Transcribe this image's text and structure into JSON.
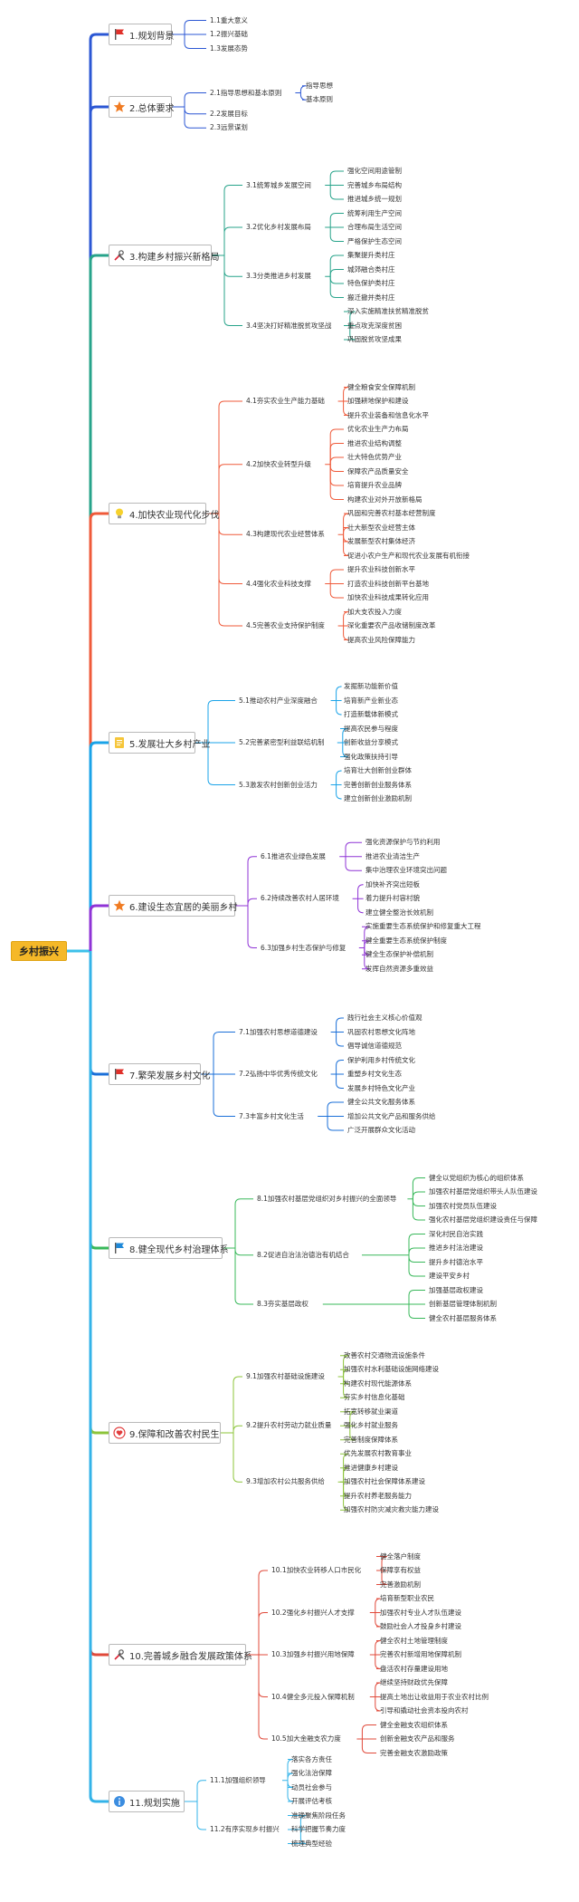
{
  "root": "乡村振兴",
  "branches": [
    {
      "label": "1.规划背景",
      "icon": "red-flag-icon",
      "color": "#2b57d4",
      "children": [
        {
          "label": "1.1重大意义"
        },
        {
          "label": "1.2振兴基础"
        },
        {
          "label": "1.3发展态势"
        }
      ]
    },
    {
      "label": "2.总体要求",
      "icon": "orange-star-icon",
      "color": "#2b57d4",
      "children": [
        {
          "label": "2.1指导思想和基本原则",
          "children": [
            "指导思想",
            "基本原则"
          ]
        },
        {
          "label": "2.2发展目标"
        },
        {
          "label": "2.3远景谋划"
        }
      ]
    },
    {
      "label": "3.构建乡村振兴新格局",
      "icon": "tools-icon",
      "color": "#27a38a",
      "children": [
        {
          "label": "3.1统筹城乡发展空间",
          "children": [
            "强化空间用途管制",
            "完善城乡布局结构",
            "推进城乡统一规划"
          ]
        },
        {
          "label": "3.2优化乡村发展布局",
          "children": [
            "统筹利用生产空间",
            "合理布局生活空间",
            "严格保护生态空间"
          ]
        },
        {
          "label": "3.3分类推进乡村发展",
          "children": [
            "集聚提升类村庄",
            "城郊融合类村庄",
            "特色保护类村庄",
            "搬迁撤并类村庄"
          ]
        },
        {
          "label": "3.4坚决打好精准脱贫攻坚战",
          "children": [
            "深入实施精准扶贫精准脱贫",
            "重点攻克深度贫困",
            "巩固脱贫攻坚成果"
          ]
        }
      ]
    },
    {
      "label": "4.加快农业现代化步伐",
      "icon": "lightbulb-icon",
      "color": "#ef5a3a",
      "children": [
        {
          "label": "4.1夯实农业生产能力基础",
          "children": [
            "健全粮食安全保障机制",
            "加强耕地保护和建设",
            "提升农业装备和信息化水平"
          ]
        },
        {
          "label": "4.2加快农业转型升级",
          "children": [
            "优化农业生产力布局",
            "推进农业结构调整",
            "壮大特色优势产业",
            "保障农产品质量安全",
            "培育提升农业品牌",
            "构建农业对外开放新格局"
          ]
        },
        {
          "label": "4.3构建现代农业经营体系",
          "children": [
            "巩固和完善农村基本经营制度",
            "壮大新型农业经营主体",
            "发展新型农村集体经济",
            "促进小农户生产和现代农业发展有机衔接"
          ]
        },
        {
          "label": "4.4强化农业科技支撑",
          "children": [
            "提升农业科技创新水平",
            "打造农业科技创新平台基地",
            "加快农业科技成果转化应用"
          ]
        },
        {
          "label": "4.5完善农业支持保护制度",
          "children": [
            "加大支农投入力度",
            "深化重要农产品收储制度改革",
            "提高农业风险保障能力"
          ]
        }
      ]
    },
    {
      "label": "5.发展壮大乡村产业",
      "icon": "note-icon",
      "color": "#1aa3e8",
      "children": [
        {
          "label": "5.1推动农村产业深度融合",
          "children": [
            "发掘新功能新价值",
            "培育新产业新业态",
            "打造新载体新模式"
          ]
        },
        {
          "label": "5.2完善紧密型利益联结机制",
          "children": [
            "提高农民参与程度",
            "创新收益分享模式",
            "强化政策扶持引导"
          ]
        },
        {
          "label": "5.3激发农村创新创业活力",
          "children": [
            "培育壮大创新创业群体",
            "完善创新创业服务体系",
            "建立创新创业激励机制"
          ]
        }
      ]
    },
    {
      "label": "6.建设生态宜居的美丽乡村",
      "icon": "orange-star-icon",
      "color": "#8f33d6",
      "children": [
        {
          "label": "6.1推进农业绿色发展",
          "children": [
            "强化资源保护与节约利用",
            "推进农业清洁生产",
            "集中治理农业环境突出问题"
          ]
        },
        {
          "label": "6.2持续改善农村人居环境",
          "children": [
            "加快补齐突出短板",
            "着力提升村容村貌",
            "建立健全整治长效机制"
          ]
        },
        {
          "label": "6.3加强乡村生态保护与修复",
          "children": [
            "实施重要生态系统保护和修复重大工程",
            "健全重要生态系统保护制度",
            "健全生态保护补偿机制",
            "发挥自然资源多重效益"
          ]
        }
      ]
    },
    {
      "label": "7.繁荣发展乡村文化",
      "icon": "red-flag-icon",
      "color": "#1a6fd8",
      "children": [
        {
          "label": "7.1加强农村思想道德建设",
          "children": [
            "践行社会主义核心价值观",
            "巩固农村思想文化阵地",
            "倡导诚信道德规范"
          ]
        },
        {
          "label": "7.2弘扬中华优秀传统文化",
          "children": [
            "保护利用乡村传统文化",
            "重塑乡村文化生态",
            "发展乡村特色文化产业"
          ]
        },
        {
          "label": "7.3丰富乡村文化生活",
          "children": [
            "健全公共文化服务体系",
            "增加公共文化产品和服务供给",
            "广泛开展群众文化活动"
          ]
        }
      ]
    },
    {
      "label": "8.健全现代乡村治理体系",
      "icon": "blue-flag-icon",
      "color": "#38b85a",
      "children": [
        {
          "label": "8.1加强农村基层党组织对乡村振兴的全面领导",
          "children": [
            "健全以党组织为核心的组织体系",
            "加强农村基层党组织带头人队伍建设",
            "加强农村党员队伍建设",
            "强化农村基层党组织建设责任与保障"
          ]
        },
        {
          "label": "8.2促进自治法治德治有机结合",
          "children": [
            "深化村民自治实践",
            "推进乡村法治建设",
            "提升乡村德治水平",
            "建设平安乡村"
          ]
        },
        {
          "label": "8.3夯实基层政权",
          "children": [
            "加强基层政权建设",
            "创新基层管理体制机制",
            "健全农村基层服务体系"
          ]
        }
      ]
    },
    {
      "label": "9.保障和改善农村民生",
      "icon": "heart-icon",
      "color": "#8cc43a",
      "children": [
        {
          "label": "9.1加强农村基础设施建设",
          "children": [
            "改善农村交通物流设施条件",
            "加强农村水利基础设施网络建设",
            "构建农村现代能源体系",
            "夯实乡村信息化基础"
          ]
        },
        {
          "label": "9.2提升农村劳动力就业质量",
          "children": [
            "拓宽转移就业渠道",
            "强化乡村就业服务",
            "完善制度保障体系"
          ]
        },
        {
          "label": "9.3增加农村公共服务供给",
          "children": [
            "优先发展农村教育事业",
            "推进健康乡村建设",
            "加强农村社会保障体系建设",
            "提升农村养老服务能力",
            "加强农村防灾减灾救灾能力建设"
          ]
        }
      ]
    },
    {
      "label": "10.完善城乡融合发展政策体系",
      "icon": "tools-icon",
      "color": "#e0493a",
      "children": [
        {
          "label": "10.1加快农业转移人口市民化",
          "children": [
            "健全落户制度",
            "保障享有权益",
            "完善激励机制"
          ]
        },
        {
          "label": "10.2强化乡村振兴人才支撑",
          "children": [
            "培育新型职业农民",
            "加强农村专业人才队伍建设",
            "鼓励社会人才投身乡村建设"
          ]
        },
        {
          "label": "10.3加强乡村振兴用地保障",
          "children": [
            "健全农村土地管理制度",
            "完善农村新增用地保障机制",
            "盘活农村存量建设用地"
          ]
        },
        {
          "label": "10.4健全多元投入保障机制",
          "children": [
            "继续坚持财政优先保障",
            "提高土地出让收益用于农业农村比例",
            "引导和撬动社会资本投向农村"
          ]
        },
        {
          "label": "10.5加大金融支农力度",
          "children": [
            "健全金融支农组织体系",
            "创新金融支农产品和服务",
            "完善金融支农激励政策"
          ]
        }
      ]
    },
    {
      "label": "11.规划实施",
      "icon": "info-icon",
      "color": "#33b3e8",
      "children": [
        {
          "label": "11.1加强组织领导",
          "children": [
            "落实各方责任",
            "强化法治保障",
            "动员社会参与",
            "开展评估考核"
          ]
        },
        {
          "label": "11.2有序实现乡村振兴",
          "children": [
            "准确聚焦阶段任务",
            "科学把握节奏力度",
            "梳理典型经验"
          ]
        }
      ]
    }
  ]
}
